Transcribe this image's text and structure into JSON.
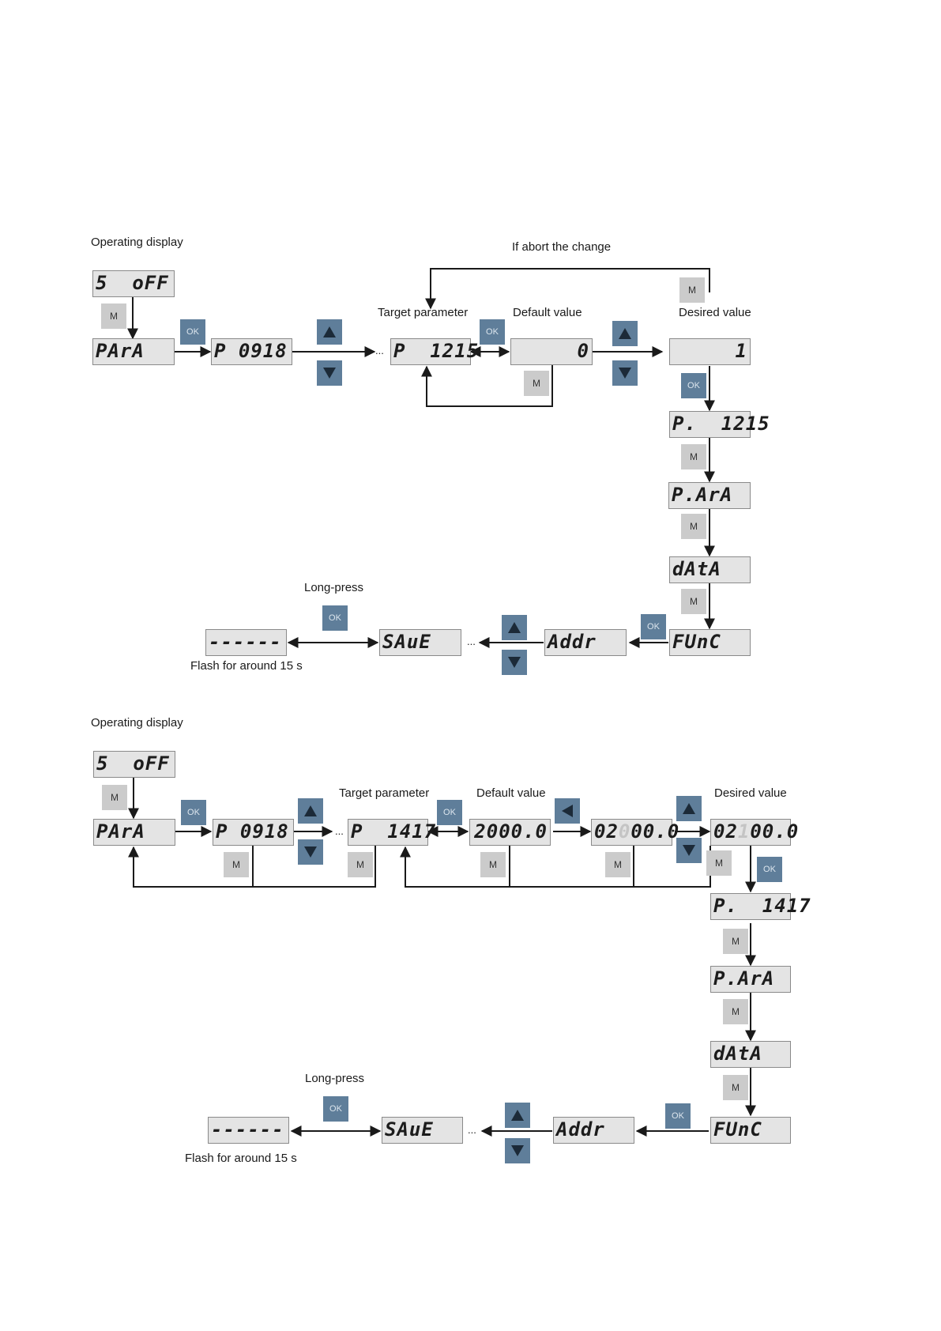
{
  "diagram1": {
    "operating_display_label": "Operating display",
    "abort_label": "If abort the change",
    "target_parameter_label": "Target parameter",
    "default_value_label": "Default value",
    "desired_value_label": "Desired value",
    "long_press_label": "Long-press",
    "flash_label": "Flash for around 15 s",
    "ellipsis": "...",
    "displays": {
      "s_off": "5  oFF",
      "para": "PArA",
      "p0918": "P 0918",
      "p1215": "P  1215",
      "default": "0",
      "desired": "1",
      "p_dot_1215": "P.  1215",
      "p_dot_ara": "P.ArA",
      "data": "dAtA",
      "func": "FUnC",
      "addr": "Addr",
      "save": "SAuE",
      "dashes": "------"
    },
    "keys": {
      "m": "M",
      "ok": "OK",
      "up": "up-arrow-icon",
      "down": "down-arrow-icon"
    }
  },
  "diagram2": {
    "operating_display_label": "Operating display",
    "target_parameter_label": "Target parameter",
    "default_value_label": "Default value",
    "desired_value_label": "Desired value",
    "long_press_label": "Long-press",
    "flash_label": "Flash for around 15 s",
    "ellipsis": "...",
    "displays": {
      "s_off": "5  oFF",
      "para": "PArA",
      "p0918": "P 0918",
      "p1417": "P  1417",
      "default": "2000.0",
      "shift_a": "02",
      "shift_b": "0",
      "shift_c": "00.0",
      "desired_a": "02",
      "desired_b": "1",
      "desired_c": "00.0",
      "p_dot_1417": "P.  1417",
      "p_dot_ara": "P.ArA",
      "data": "dAtA",
      "func": "FUnC",
      "addr": "Addr",
      "save": "SAuE",
      "dashes": "------"
    },
    "keys": {
      "m": "M",
      "ok": "OK",
      "left": "left-arrow-icon",
      "up": "up-arrow-icon",
      "down": "down-arrow-icon"
    }
  },
  "colors": {
    "key_blue": "#5f7e9a",
    "key_gray": "#cbcbcb",
    "lcd_bg": "#e4e4e4",
    "line": "#1a1a1a"
  }
}
